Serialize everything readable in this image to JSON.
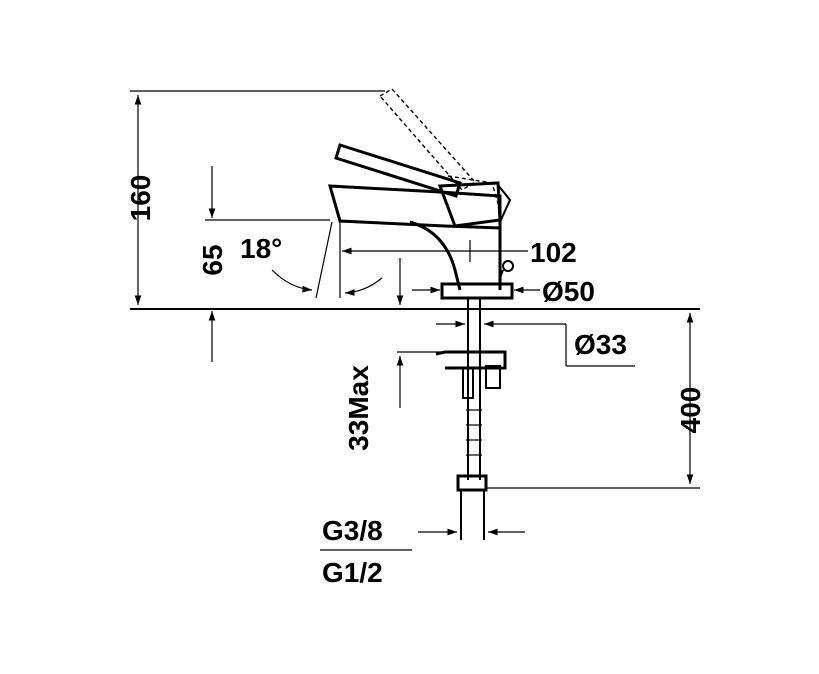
{
  "drawing": {
    "colors": {
      "line": "#000000",
      "background": "#ffffff"
    },
    "dimensions": {
      "height_total": "160",
      "spout_height": "65",
      "spout_angle": "18°",
      "spout_reach": "102",
      "base_diameter": "Ø50",
      "hole_diameter": "Ø33",
      "max_counter_thickness": "33Max",
      "hose_length": "400",
      "connection_top": "G3/8",
      "connection_bottom": "G1/2"
    }
  }
}
